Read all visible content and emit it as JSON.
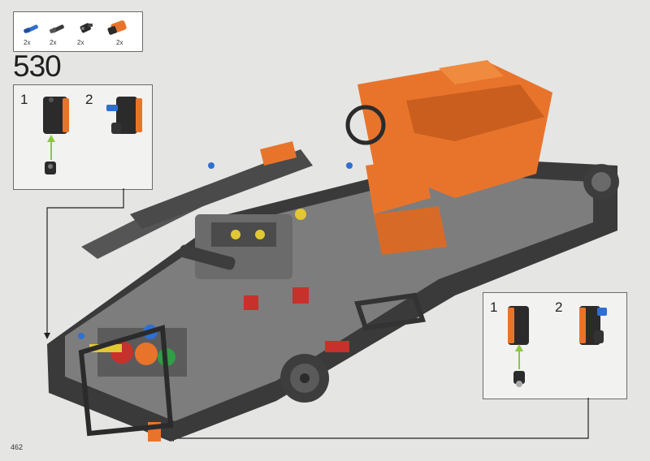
{
  "page": {
    "step_number": "530",
    "page_number": "462"
  },
  "parts_list": [
    {
      "icon": "blue-pin-icon",
      "qty": "2x"
    },
    {
      "icon": "black-axle-pin-icon",
      "qty": "2x"
    },
    {
      "icon": "black-connector-icon",
      "qty": "2x"
    },
    {
      "icon": "orange-black-panel-connector-icon",
      "qty": "2x"
    }
  ],
  "substep_left": {
    "steps": [
      "1",
      "2"
    ]
  },
  "substep_right": {
    "steps": [
      "1",
      "2"
    ]
  },
  "colors": {
    "orange": "#e8742c",
    "black": "#2b2b2b",
    "blue": "#2f6fd1",
    "green_arrow": "#8dc63f"
  }
}
